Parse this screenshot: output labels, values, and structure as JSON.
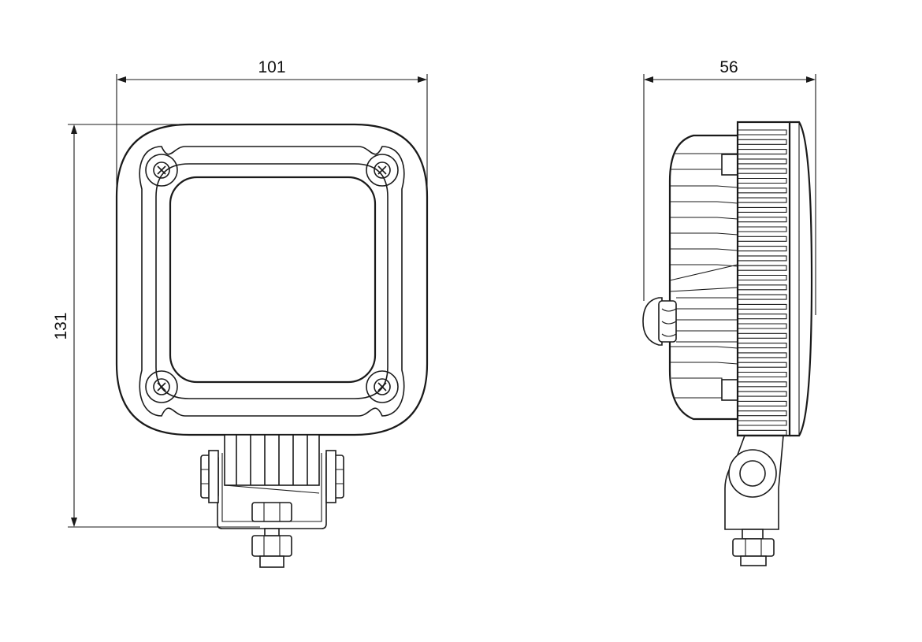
{
  "front_view": {
    "width_dimension": "101",
    "height_dimension": "131"
  },
  "side_view": {
    "depth_dimension": "56"
  }
}
